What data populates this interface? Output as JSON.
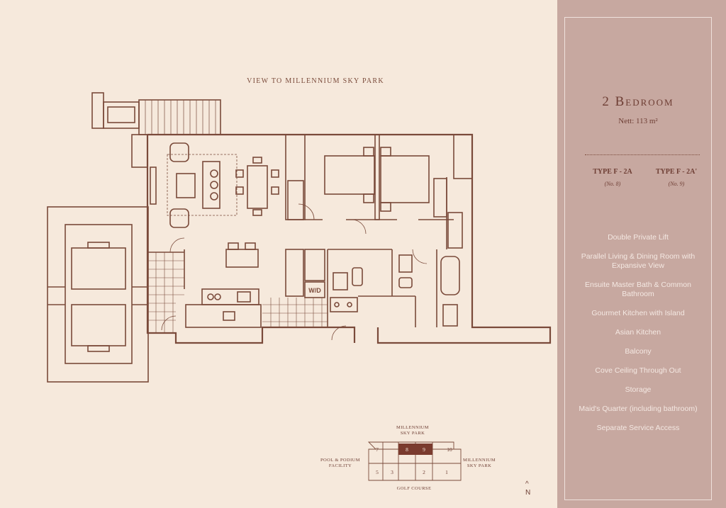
{
  "view_label": "VIEW TO MILLENNIUM SKY PARK",
  "title": "2 Bedroom",
  "nett": "Nett: 113 m²",
  "types": [
    {
      "name": "TYPE F - 2A",
      "number": "(No. 8)"
    },
    {
      "name": "TYPE F - 2A'",
      "number": "(No. 9)"
    }
  ],
  "features": [
    "Double Private Lift",
    "Parallel Living & Dining Room with Expansive View",
    "Ensuite Master Bath & Common Bathroom",
    "Gourmet Kitchen with Island",
    "Asian Kitchen",
    "Balcony",
    "Cove Ceiling Through Out",
    "Storage",
    "Maid's Quarter (including bathroom)",
    "Separate Service Access"
  ],
  "plan_labels": {
    "washer_dryer": "W/D"
  },
  "keyplan": {
    "top_label": "MILLENNIUM SKY PARK",
    "left_label": "POOL & PODIUM FACILITY",
    "right_label": "MILLENNIUM SKY PARK",
    "bottom_label": "GOLF COURSE",
    "units_top": [
      "7",
      "8",
      "9",
      "10"
    ],
    "units_bottom": [
      "5",
      "3",
      "2",
      "1"
    ]
  },
  "north_label": "N",
  "colors": {
    "background": "#f6e9dc",
    "line": "#7a4a3a",
    "panel": "#c7a8a0",
    "panel_text": "#f4e8e2",
    "highlight": "#7a3b2e"
  }
}
